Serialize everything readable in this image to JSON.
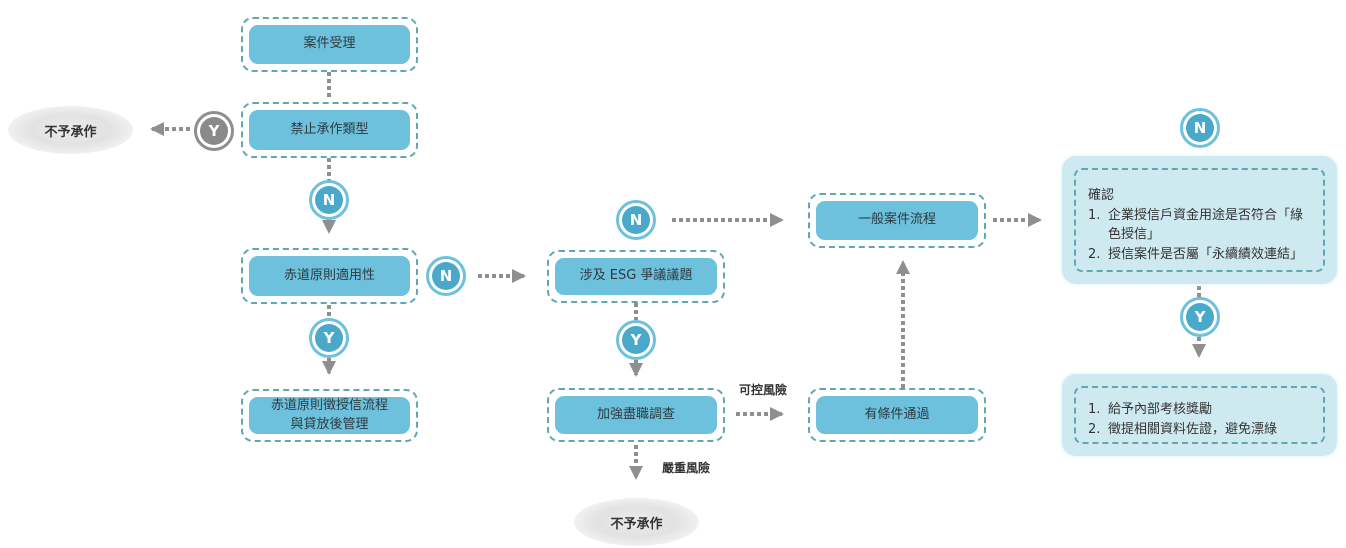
{
  "nodes": {
    "case_intake": "案件受理",
    "prohibited_types": "禁止承作類型",
    "equator_applicability": "赤道原則適用性",
    "equator_process_line1": "赤道原則徵授信流程",
    "equator_process_line2": "與貸放後管理",
    "esg_controversy": "涉及 ESG 爭議議題",
    "enhanced_due_diligence": "加強盡職調查",
    "general_process": "一般案件流程",
    "conditional_pass": "有條件通過"
  },
  "rejects": {
    "reject_left": "不予承作",
    "reject_bottom": "不予承作"
  },
  "badges": {
    "yes": "Y",
    "no": "N"
  },
  "edge_labels": {
    "controllable_risk": "可控風險",
    "severe_risk": "嚴重風險"
  },
  "confirm_box": {
    "title": "確認",
    "items": [
      {
        "num": "1.",
        "text": "企業授信戶資金用途是否符合「綠色授信」"
      },
      {
        "num": "2.",
        "text": "授信案件是否屬「永續績效連結」"
      }
    ]
  },
  "result_box": {
    "items": [
      {
        "num": "1.",
        "text": "給予內部考核獎勵"
      },
      {
        "num": "2.",
        "text": "徵提相關資料佐證，避免漂綠"
      }
    ]
  },
  "colors": {
    "node_fill": "#6ec1dc",
    "node_dash": "#5fa7b3",
    "badge_blue": "#4aa9cb",
    "badge_gray": "#8a8a8a",
    "connector": "#8f8f8f",
    "info_fill": "#cfe9f1"
  }
}
